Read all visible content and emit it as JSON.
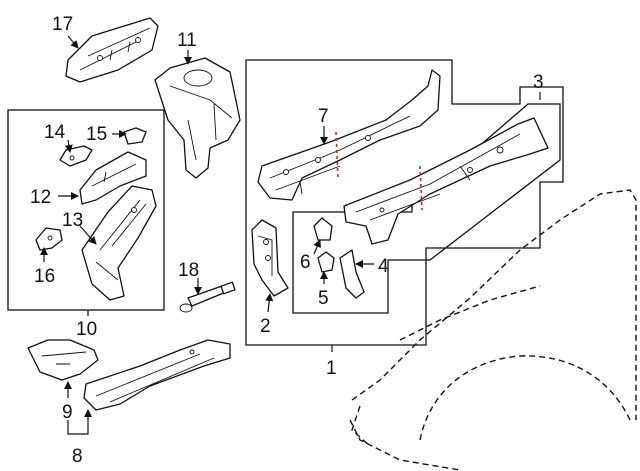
{
  "callouts": {
    "c1": "1",
    "c2": "2",
    "c3": "3",
    "c4": "4",
    "c5": "5",
    "c6": "6",
    "c7": "7",
    "c8": "8",
    "c9": "9",
    "c10": "10",
    "c11": "11",
    "c12": "12",
    "c13": "13",
    "c14": "14",
    "c15": "15",
    "c16": "16",
    "c17": "17",
    "c18": "18"
  },
  "colors": {
    "line": "#111111",
    "cut_line": "#e0201e",
    "background": "#ffffff"
  }
}
